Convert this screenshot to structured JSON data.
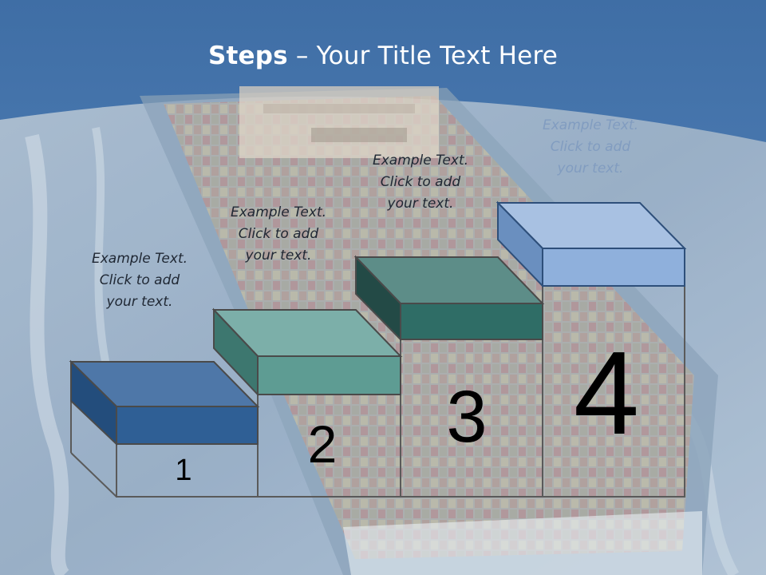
{
  "title": {
    "bold": "Steps",
    "rest": " – Your Title Text Here"
  },
  "steps": [
    {
      "number": "1",
      "lines": [
        "Example Text.",
        "Click  to add",
        "your text."
      ]
    },
    {
      "number": "2",
      "lines": [
        "Example Text.",
        "Click  to add",
        "your text."
      ]
    },
    {
      "number": "3",
      "lines": [
        "Example Text.",
        "Click  to add",
        "your text."
      ]
    },
    {
      "number": "4",
      "lines": [
        "Example Text.",
        "Click  to add",
        "your text."
      ]
    }
  ],
  "colors": {
    "sky": "#4f7eb3",
    "sea": "#5d7ea3",
    "step1": "#2f5f95",
    "step2": "#5e9c93",
    "step3": "#2f6d66",
    "step4": "#8fb0dc"
  }
}
